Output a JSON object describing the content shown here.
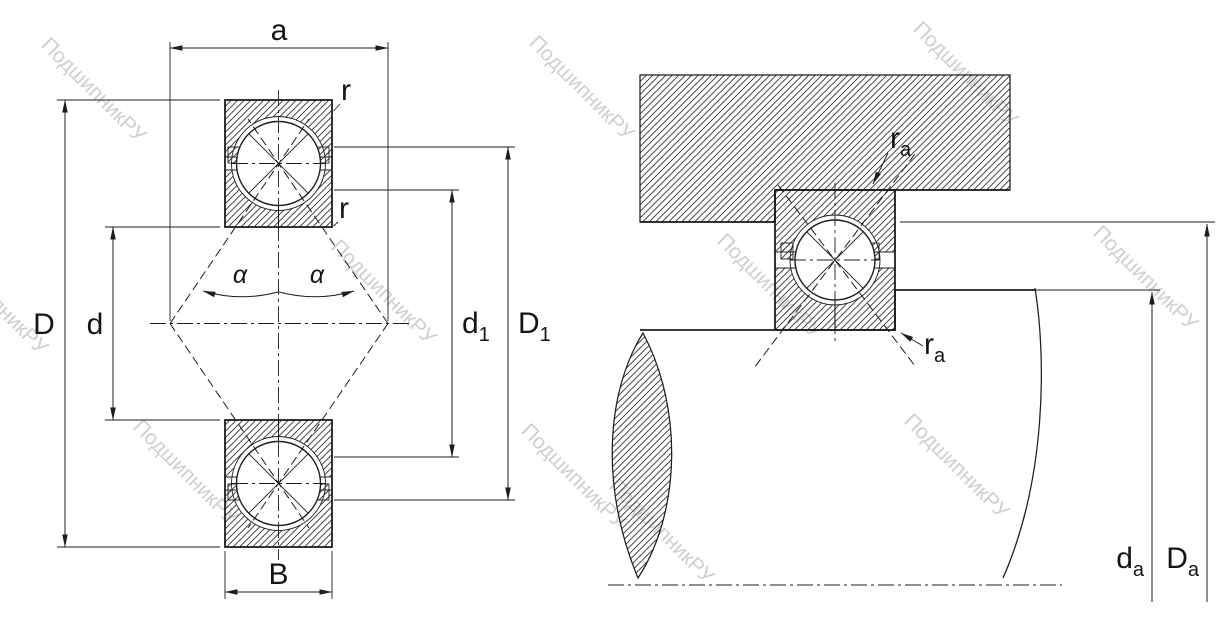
{
  "watermark": {
    "text": "ПодшипникРУ",
    "color": "#c7c7c7"
  },
  "left_view": {
    "description": "four-point contact ball bearing cross-section",
    "labels": {
      "a": "a",
      "r_outer": "r",
      "r_inner": "r",
      "D": "D",
      "d": "d",
      "alpha_left": "α",
      "alpha_right": "α",
      "d1": {
        "base": "d",
        "sub": "1"
      },
      "D1": {
        "base": "D",
        "sub": "1"
      },
      "B": "B"
    }
  },
  "right_view": {
    "description": "bearing mounted between housing and shaft with abutment dimensions",
    "labels": {
      "ra_top": {
        "base": "r",
        "sub": "a"
      },
      "ra_bottom": {
        "base": "r",
        "sub": "a"
      },
      "da": {
        "base": "d",
        "sub": "a"
      },
      "Da": {
        "base": "D",
        "sub": "a"
      }
    }
  },
  "colors": {
    "line": "#1d1d1d",
    "hatch": "#2e2e2e",
    "background": "#ffffff",
    "watermark": "#c7c7c7"
  }
}
